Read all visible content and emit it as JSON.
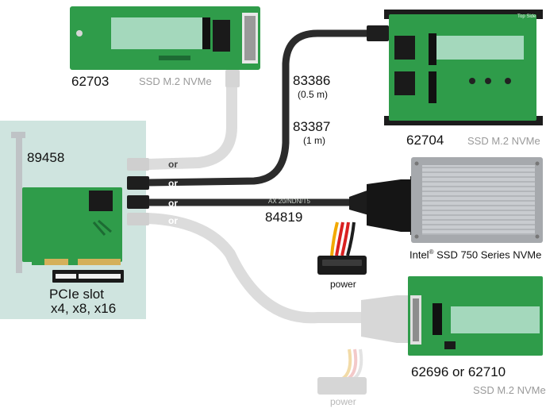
{
  "products": {
    "top_adapter": {
      "code": "62703",
      "desc": "SSD M.2 NVMe"
    },
    "right_adapter": {
      "code": "62704",
      "desc": "SSD M.2 NVMe"
    },
    "bottom_adapter": {
      "code": "62696 or 62710",
      "desc": "SSD M.2 NVMe"
    },
    "pcie_card": {
      "code": "89458",
      "slot_title": "PCIe slot",
      "slot_widths": "x4, x8, x16"
    },
    "ssd_drive": {
      "brand": "Intel",
      "trademark": "®",
      "name": "SSD 750 Series NVMe"
    }
  },
  "cables": {
    "cable_a": {
      "code": "83386",
      "length": "(0.5 m)"
    },
    "cable_b": {
      "code": "83387",
      "length": "(1 m)"
    },
    "cable_c": {
      "code": "84819"
    }
  },
  "connector_labels": {
    "or_1": "or",
    "or_2": "or",
    "or_3": "or",
    "or_4": "or"
  },
  "power": {
    "power_main": "power",
    "power_faded": "power"
  },
  "board_text": {
    "top_side": "Top Side",
    "pcb_print": "AX 20/NDN/T5"
  },
  "colors": {
    "pcb_green": "#2f9c4a",
    "panel_bg": "#cfe4df",
    "cable_black": "#2b2b2b",
    "cable_faded": "#d9d9d9",
    "text_grey": "#9a9a9a"
  }
}
